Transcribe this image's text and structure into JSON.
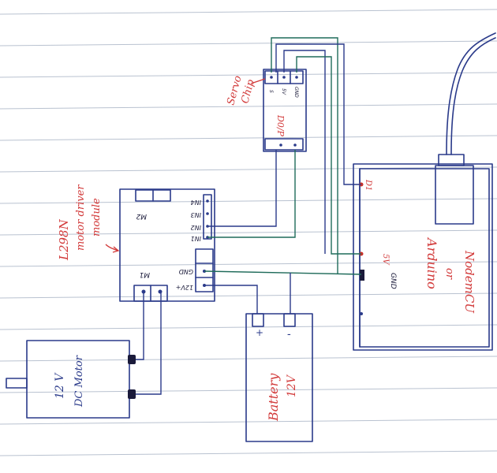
{
  "labels": {
    "module_line1": "L298N",
    "module_line2": "motor driver",
    "module_line3": "module",
    "m2": "M2",
    "m1": "M1",
    "in4": "IN4",
    "in3": "IN3",
    "in2": "IN2",
    "in1": "IN1",
    "gnd": "GND",
    "v12": "12V+",
    "servo_line1": "Servo",
    "servo_line2": "Chip",
    "servo_pin_s": "S",
    "servo_pin_5v": "5V",
    "servo_pin_gnd": "GND",
    "servo_d0": "D0/P",
    "arduino_d1": "D1",
    "arduino_5v": "5V",
    "arduino_gnd": "GND",
    "arduino_line1": "Arduino",
    "arduino_line2": "or",
    "arduino_line3": "NodemCU",
    "battery_line1": "Battery",
    "battery_line2": "12V",
    "battery_plus": "+",
    "battery_minus": "-",
    "motor_line1": "12 V",
    "motor_line2": "DC Motor"
  },
  "colors": {
    "ink": "#2a3a8a",
    "annotation": "#d23a3a",
    "wire_green": "#1f6b5a",
    "paper_rule": "#b9c2d0"
  }
}
